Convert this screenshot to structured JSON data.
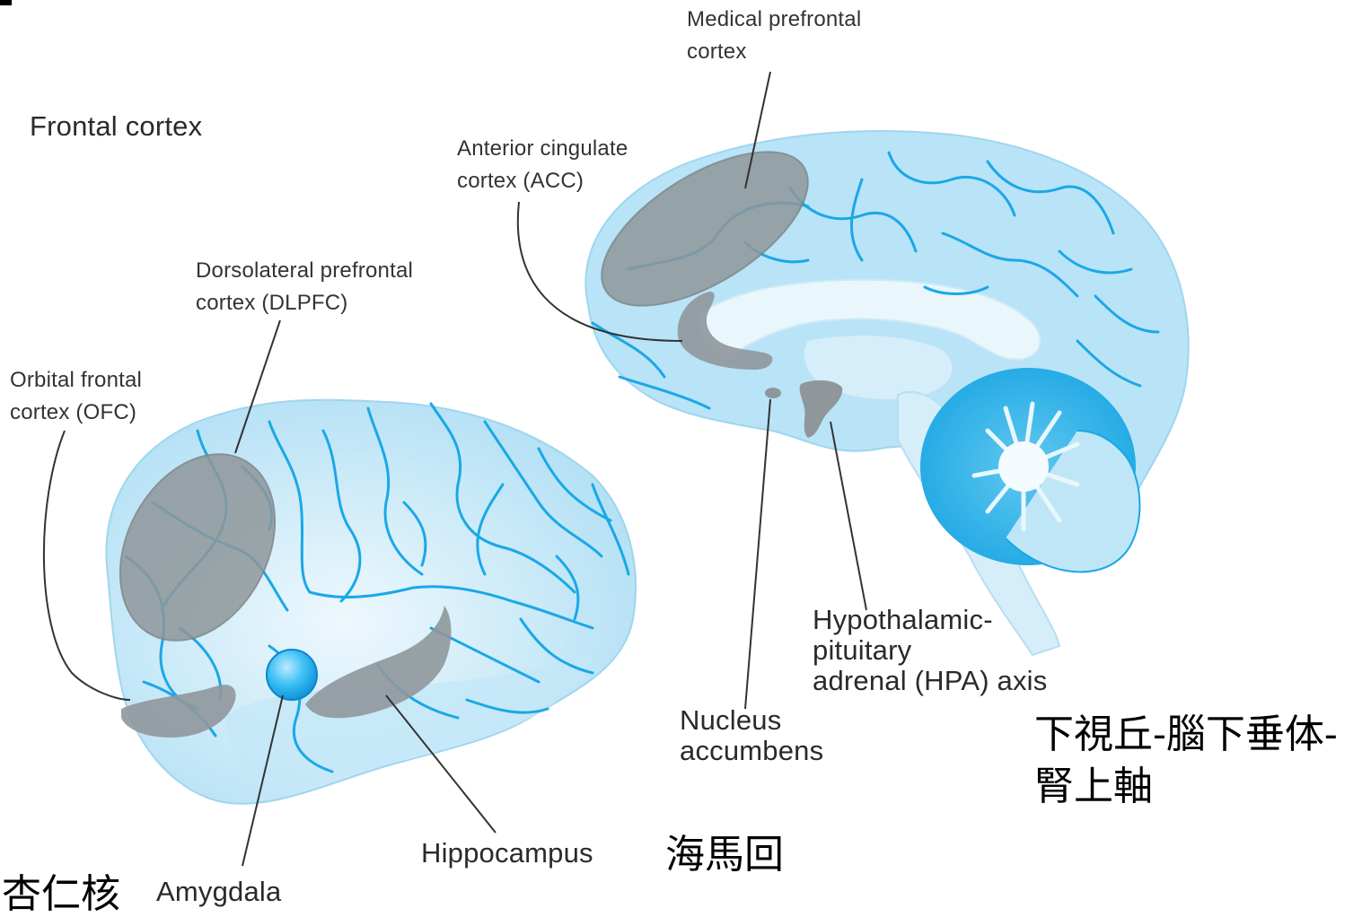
{
  "labels": {
    "frontal_cortex": "Frontal cortex",
    "medical_prefrontal_1": "Medical prefrontal",
    "medical_prefrontal_2": "cortex",
    "acc_1": "Anterior cingulate",
    "acc_2": "cortex (ACC)",
    "dlpfc_1": "Dorsolateral prefrontal",
    "dlpfc_2": "cortex (DLPFC)",
    "ofc_1": "Orbital frontal",
    "ofc_2": "cortex (OFC)",
    "hpa_1": "Hypothalamic-",
    "hpa_2": "pituitary",
    "hpa_3": "adrenal (HPA) axis",
    "nacc_1": "Nucleus",
    "nacc_2": "accumbens",
    "hippocampus": "Hippocampus",
    "amygdala": "Amygdala"
  },
  "cjk_labels": {
    "hpa_1": "下視丘-腦下垂体-",
    "hpa_2": "腎上軸",
    "hippocampus": "海馬回",
    "amygdala": "杏仁核"
  },
  "colors": {
    "brain_fill": "#b9e3f7",
    "brain_light": "#dff2fb",
    "sulci": "#19a9e6",
    "region_gray": "#8f979b",
    "leader_line": "#333333",
    "cerebellum": "#2fb5ea"
  }
}
